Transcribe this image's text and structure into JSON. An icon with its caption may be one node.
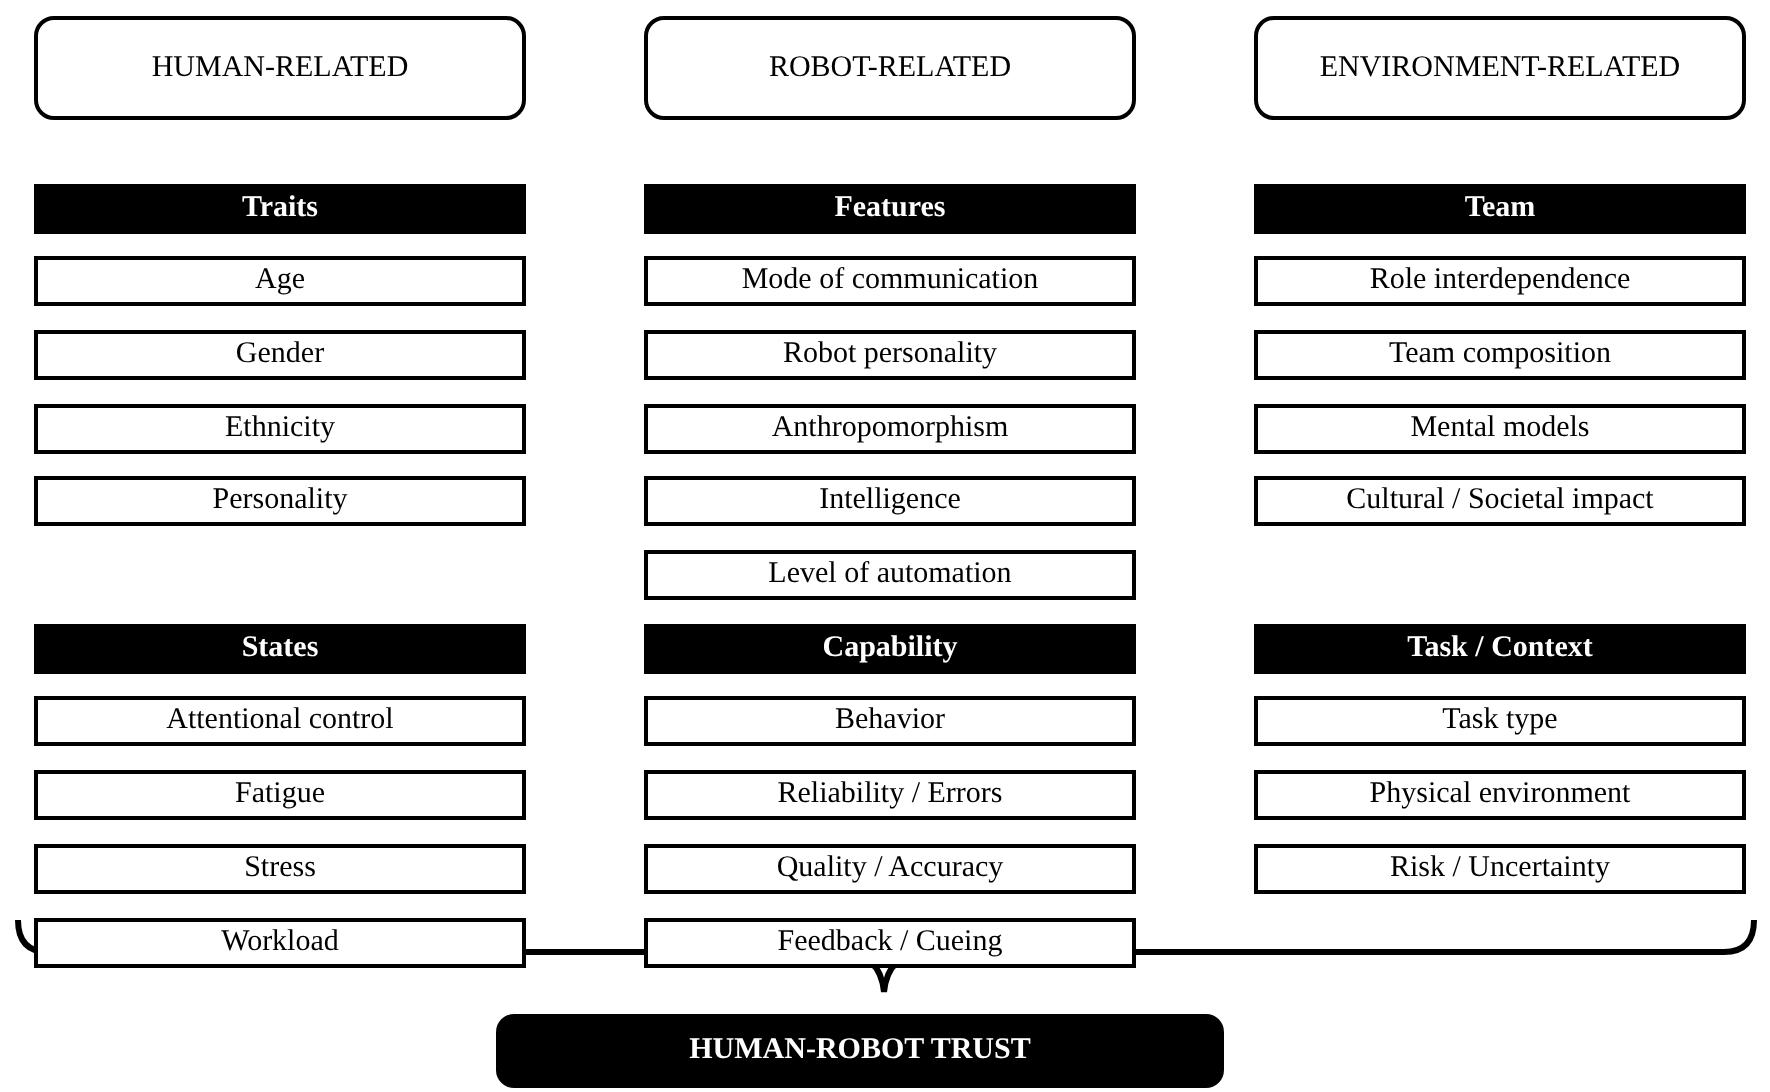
{
  "diagram": {
    "nodes": [
      {
        "text": [
          "HUMAN-RELATED"
        ]
      },
      {
        "text": [
          "Traits"
        ]
      },
      {
        "text": [
          "Age"
        ]
      },
      {
        "text": [
          "Gender"
        ]
      },
      {
        "text": [
          "Ethnicity"
        ]
      },
      {
        "text": [
          "Personality"
        ]
      },
      {
        "text": [
          "States"
        ]
      },
      {
        "text": [
          "Attentional control"
        ]
      },
      {
        "text": [
          "Fatigue"
        ]
      },
      {
        "text": [
          "Stress"
        ]
      },
      {
        "text": [
          "Workload"
        ]
      },
      {
        "text": [
          "ROBOT-RELATED"
        ]
      },
      {
        "text": [
          "Features"
        ]
      },
      {
        "text": [
          "Mode of communication"
        ]
      },
      {
        "text": [
          "Robot personality"
        ]
      },
      {
        "text": [
          "Anthropomorphism"
        ]
      },
      {
        "text": [
          "Intelligence"
        ]
      },
      {
        "text": [
          "Level of automation"
        ]
      },
      {
        "text": [
          "Capability"
        ]
      },
      {
        "text": [
          "Behavior"
        ]
      },
      {
        "text": [
          "Reliability / Errors"
        ]
      },
      {
        "text": [
          "Quality / Accuracy"
        ]
      },
      {
        "text": [
          "Feedback / Cueing"
        ]
      },
      {
        "text": [
          "ENVIRONMENT-RELATED"
        ]
      },
      {
        "text": [
          "Team"
        ]
      },
      {
        "text": [
          "Role interdependence"
        ]
      },
      {
        "text": [
          "Team composition"
        ]
      },
      {
        "text": [
          "Mental models"
        ]
      },
      {
        "text": [
          "Cultural / Societal impact"
        ]
      },
      {
        "text": [
          "Task / Context"
        ]
      },
      {
        "text": [
          "Task type"
        ]
      },
      {
        "text": [
          "Physical environment"
        ]
      },
      {
        "text": [
          "Risk / Uncertainty"
        ]
      },
      {
        "text": [
          "HUMAN-ROBOT TRUST"
        ]
      }
    ]
  }
}
